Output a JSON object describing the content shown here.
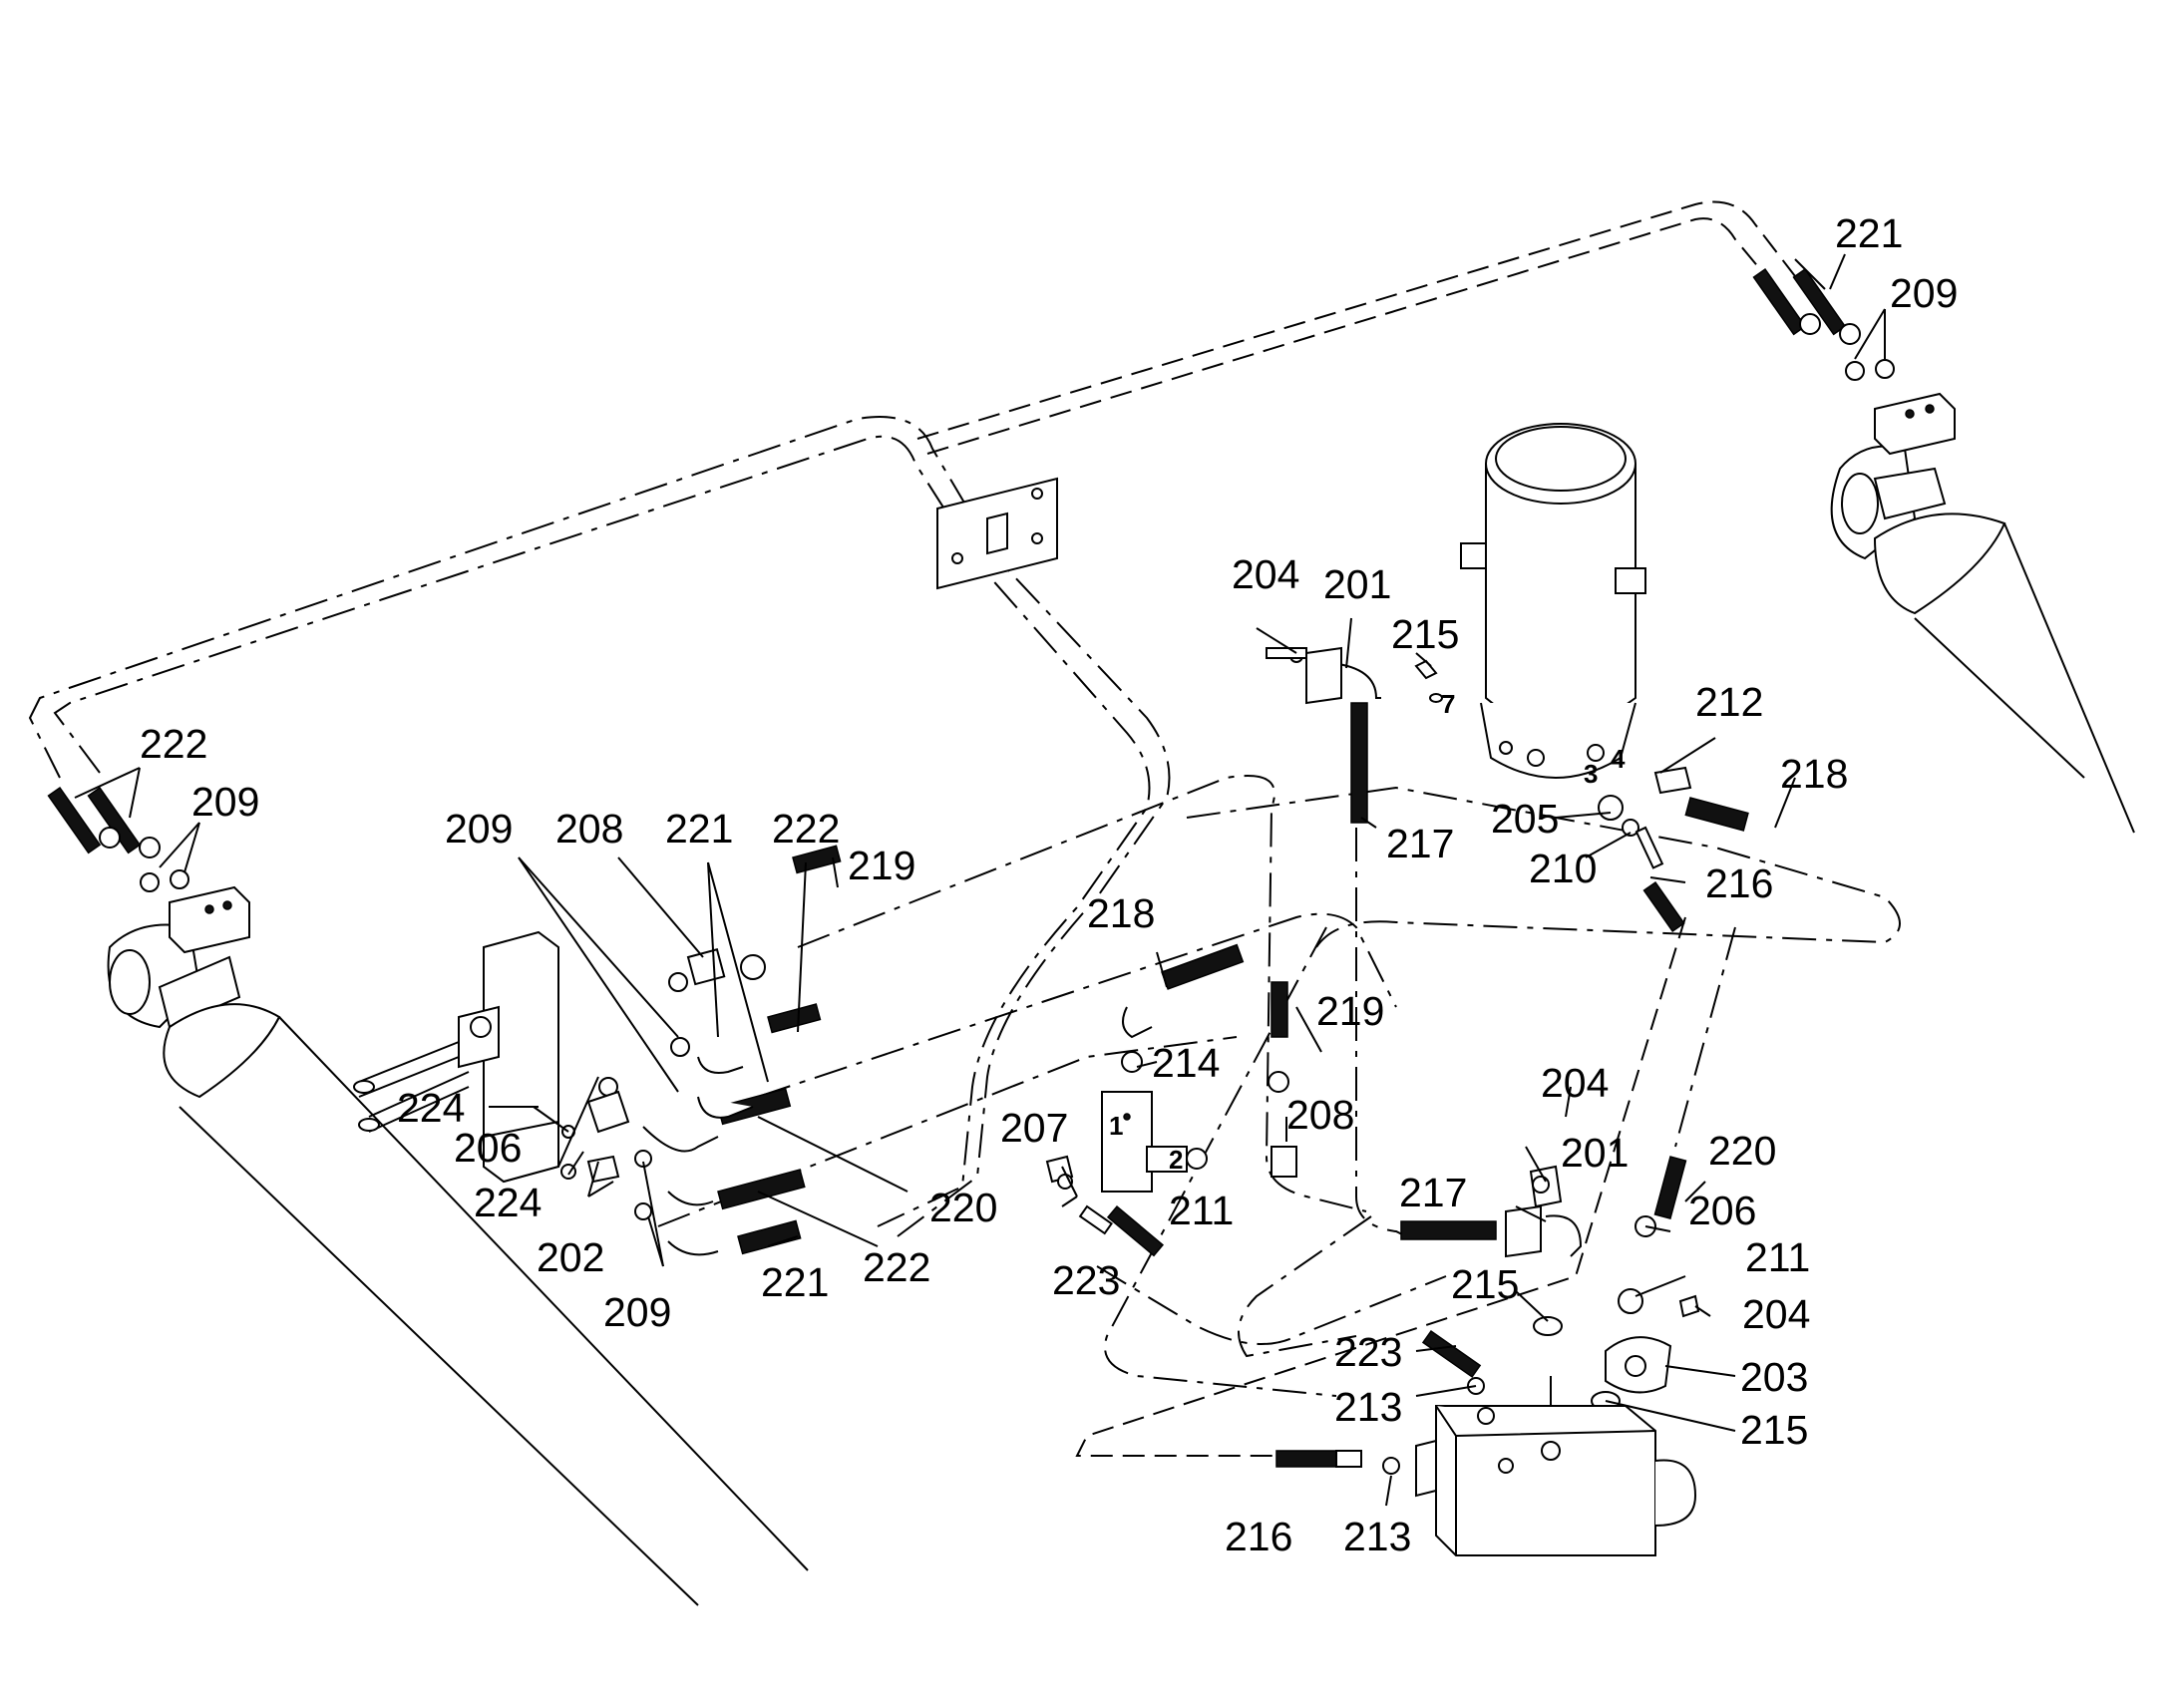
{
  "callouts": {
    "c221_tr": "221",
    "c209_tr": "209",
    "c222_l": "222",
    "c209_l": "209",
    "c209_m": "209",
    "c208_m": "208",
    "c221_m": "221",
    "c222_m": "222",
    "c219_m": "219",
    "c224_a": "224",
    "c206_a": "206",
    "c224_b": "224",
    "c202": "202",
    "c209_b": "209",
    "c221_b": "221",
    "c222_b": "222",
    "c220_m": "220",
    "c218_m": "218",
    "c214": "214",
    "c207": "207",
    "c211_m": "211",
    "c223_m": "223",
    "c219_r": "219",
    "c208_r": "208",
    "c204_t": "204",
    "c201_t": "201",
    "c215_t": "215",
    "c217_t": "217",
    "c212": "212",
    "c218_r": "218",
    "c205": "205",
    "c210": "210",
    "c216_r": "216",
    "c204_m": "204",
    "c201_m": "201",
    "c217_b": "217",
    "c215_b": "215",
    "c220_r": "220",
    "c206_r": "206",
    "c211_r": "211",
    "c204_r": "204",
    "c223_b": "223",
    "c213_a": "213",
    "c203": "203",
    "c215_r": "215",
    "c216_b": "216",
    "c213_b": "213"
  },
  "ports": {
    "p1": "1",
    "p2": "2",
    "p3": "3",
    "p4": "4",
    "p7": "7"
  }
}
